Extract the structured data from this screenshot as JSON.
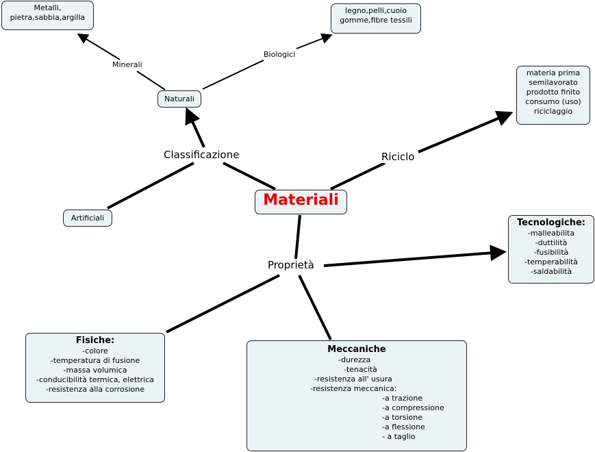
{
  "center": {
    "label": "Materiali",
    "color": "#e60000"
  },
  "phrases": {
    "classificazione": "Classificazione",
    "riciclo": "Riciclo",
    "proprieta": "Proprietà",
    "minerali": "Minerali",
    "biologici": "Biologici"
  },
  "nodes": {
    "naturali": "Naturali",
    "artificiali": "Artificiali",
    "minerali_box": {
      "lines": [
        "Metalli,",
        "pietra,sabbia,argilla"
      ]
    },
    "biologici_box": {
      "lines": [
        "legno,pelli,cuoio",
        "gomme,fibre tessili"
      ]
    },
    "riciclo_box": {
      "lines": [
        "materia prima",
        "semilavorato",
        "prodotto finito",
        "consumo (uso)",
        "riciclaggio"
      ]
    },
    "tecnologiche": {
      "title": "Tecnologiche:",
      "lines": [
        "-malleabilita",
        "-duttilità",
        "-fusibilità",
        "-temperabilità",
        "-saldabilità"
      ]
    },
    "fisiche": {
      "title": "Fisiche:",
      "lines": [
        "-colore",
        "-temperatura di fusione",
        "-massa volumica",
        "-conducibilità termica, elettrica",
        "-resistenza alla corrosione"
      ]
    },
    "meccaniche": {
      "title": "Meccaniche",
      "lines": [
        "-durezza",
        "-tenacità",
        "-resistenza all' usura",
        "-resistenza meccanica:",
        "-a trazione",
        "-a compressione",
        "-a torsione",
        "-a flessione",
        "- a taglio"
      ]
    }
  }
}
